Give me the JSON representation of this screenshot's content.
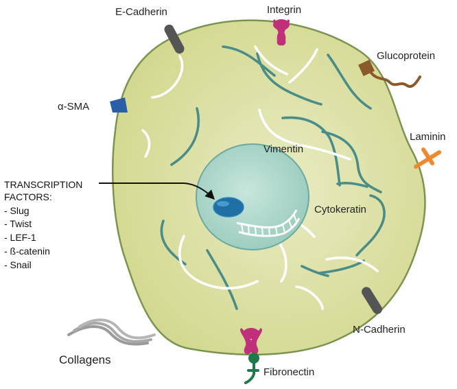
{
  "labels": {
    "e_cadherin": "E-Cadherin",
    "integrin": "Integrin",
    "glucoprotein": "Glucoprotein",
    "alpha_sma": "α-SMA",
    "laminin": "Laminin",
    "vimentin": "Vimentin",
    "cytokeratin": "Cytokeratin",
    "n_cadherin": "N-Cadherin",
    "collagens": "Collagens",
    "fibronectin": "Fibronectin"
  },
  "transcription_factors": {
    "title_line1": "TRANSCRIPTION",
    "title_line2": "FACTORS:",
    "items": [
      "- Slug",
      "- Twist",
      "- LEF-1",
      "- ß-catenin",
      "- Snail"
    ]
  },
  "colors": {
    "cell_fill": "#d9dd9b",
    "cell_stroke": "#6f8a4a",
    "nucleus_fill": "#a8d4c4",
    "nucleus_stroke": "#6aa9a0",
    "filament_dark": "#4a8c87",
    "cadherin": "#555555",
    "integrin": "#c0307a",
    "glucoprotein": "#8b5a2b",
    "alpha_sma": "#2a5fa8",
    "laminin": "#ee8a2d",
    "fibronectin": "#1f7a4a",
    "collagen": "#999999"
  }
}
